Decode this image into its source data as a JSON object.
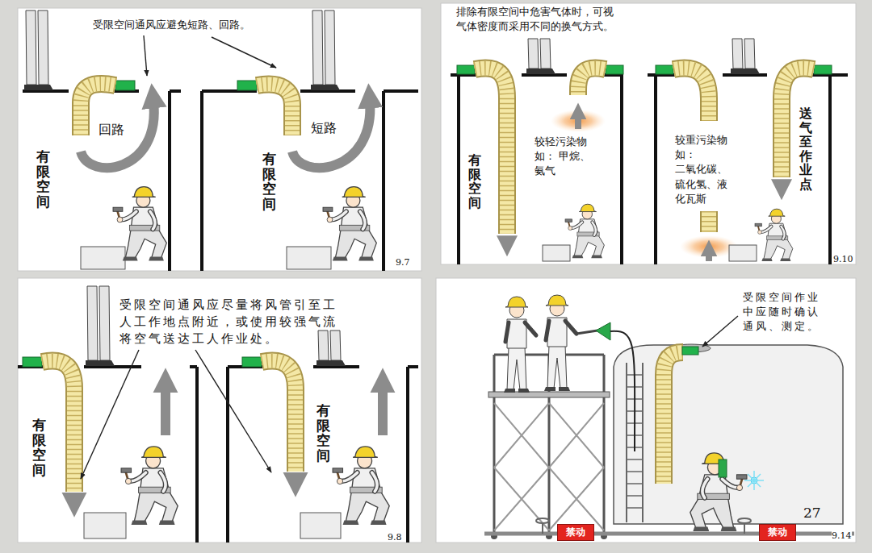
{
  "diagram": {
    "nodes": [
      {
        "text": [
          "禁动"
        ]
      },
      {
        "text": [
          "禁动"
        ]
      }
    ],
    "labels": [
      "受限空间通风应避免短路、回路。",
      "回路",
      "有限空间",
      "短路",
      "有限空间",
      "9.7",
      "排除有限空间中危害气体时，可视气体密度而采用不同的换气方式。",
      "有限空间",
      "较轻污染物 如： 甲烷、氨气",
      "较重污染物 如： 二氧化碳、 硫化氢、液 化瓦斯",
      "送气至作业点",
      "9.10",
      "受限空间通风应尽量将风管引至工人工作地点附近，或使用较强气流将空气送达工人作业处。",
      "有限空间",
      "有限空间",
      "9.8",
      "受限空间作业中应随时确认通风、测定。",
      "27",
      "9.14"
    ]
  }
}
